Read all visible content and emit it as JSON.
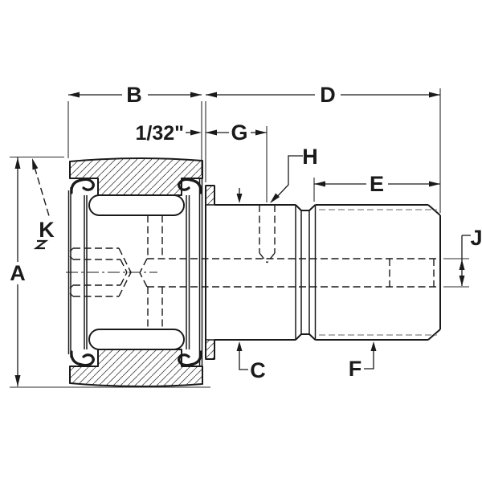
{
  "drawing": {
    "type": "engineering-dimension-drawing",
    "subject": "stud-type cam follower bearing cross-section side view",
    "background_color": "#ffffff",
    "line_color": "#1a1a1a",
    "thread_minor_line_color": "#999999",
    "labels": {
      "A": "A",
      "B": "B",
      "C": "C",
      "D": "D",
      "E": "E",
      "F": "F",
      "G": "G",
      "H": "H",
      "J": "J",
      "K": "K",
      "gap": "1/32\""
    },
    "dimension_meanings": {
      "A": "roller outside diameter (vertical overall)",
      "B": "roller width (left horizontal)",
      "C": "stud pilot diameter (leader below)",
      "D": "stud length overall (top horizontal)",
      "E": "thread length (right horizontal)",
      "F": "thread diameter (leader below)",
      "G": "distance flange face to lube hole center",
      "H": "lubrication hole (leader)",
      "J": "tapped hole diameter (right side)",
      "K": "crown radius reference (dashed leader, upper left)",
      "gap": "1/32 inch clearance between roller face and flange"
    }
  }
}
